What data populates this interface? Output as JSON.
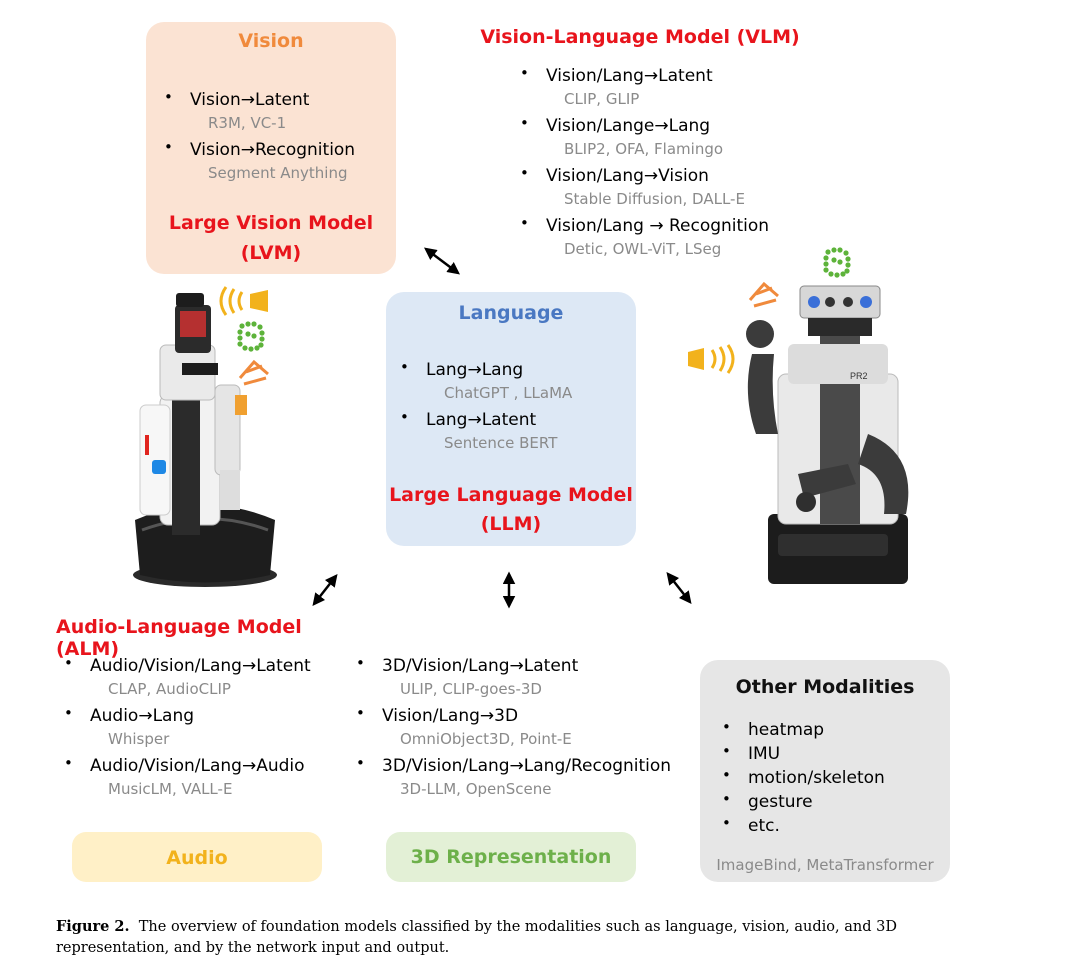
{
  "vision": {
    "header": "Vision",
    "items": [
      {
        "label": "Vision→Latent",
        "examples": "R3M, VC-1"
      },
      {
        "label": "Vision→Recognition",
        "examples": "Segment Anything"
      }
    ],
    "model_line1": "Large Vision Model",
    "model_line2": "(LVM)"
  },
  "vlm": {
    "title": "Vision-Language Model (VLM)",
    "items": [
      {
        "label": "Vision/Lang→Latent",
        "examples": "CLIP, GLIP"
      },
      {
        "label": "Vision/Lange→Lang",
        "examples": "BLIP2, OFA, Flamingo"
      },
      {
        "label": "Vision/Lang→Vision",
        "examples": "Stable Diffusion, DALL-E"
      },
      {
        "label": "Vision/Lang → Recognition",
        "examples": "Detic, OWL-ViT, LSeg"
      }
    ]
  },
  "language": {
    "header": "Language",
    "items": [
      {
        "label": "Lang→Lang",
        "examples": "ChatGPT , LLaMA"
      },
      {
        "label": "Lang→Latent",
        "examples": "Sentence BERT"
      }
    ],
    "model_line1": "Large Language Model",
    "model_line2": "(LLM)"
  },
  "alm": {
    "title": "Audio-Language Model (ALM)",
    "items": [
      {
        "label": "Audio/Vision/Lang→Latent",
        "examples": "CLAP, AudioCLIP"
      },
      {
        "label": "Audio→Lang",
        "examples": "Whisper"
      },
      {
        "label": "Audio/Vision/Lang→Audio",
        "examples": "MusicLM, VALL-E"
      }
    ]
  },
  "threed": {
    "items": [
      {
        "label": "3D/Vision/Lang→Latent",
        "examples": "ULIP, CLIP-goes-3D"
      },
      {
        "label": "Vision/Lang→3D",
        "examples": "OmniObject3D, Point-E"
      },
      {
        "label": "3D/Vision/Lang→Lang/Recognition",
        "examples": "3D-LLM, OpenScene"
      }
    ]
  },
  "other": {
    "header": "Other Modalities",
    "items": [
      "heatmap",
      "IMU",
      "motion/skeleton",
      "gesture",
      "etc."
    ],
    "examples": "ImageBind, MetaTransformer"
  },
  "audio_box": {
    "label": "Audio"
  },
  "rep_box": {
    "label": "3D Representation"
  },
  "robot_left": {
    "tag": "",
    "label": ""
  },
  "robot_right": {
    "tag": "PR2"
  },
  "caption": {
    "prefix": "Figure 2.",
    "text": "The overview of foundation models classified by the modalities such as language, vision, audio, and 3D representation, and by the network input and output."
  },
  "colors": {
    "vision_box": "#fbe3d3",
    "language_box": "#dde8f5",
    "audio_box": "#fff0c7",
    "rep_box": "#e3f0d6",
    "other_box": "#e6e6e6",
    "vision_header": "#f08a3c",
    "language_header": "#4a78c2",
    "audio_header": "#f2b21c",
    "rep_header": "#6db04a",
    "model_red": "#e8141c"
  }
}
